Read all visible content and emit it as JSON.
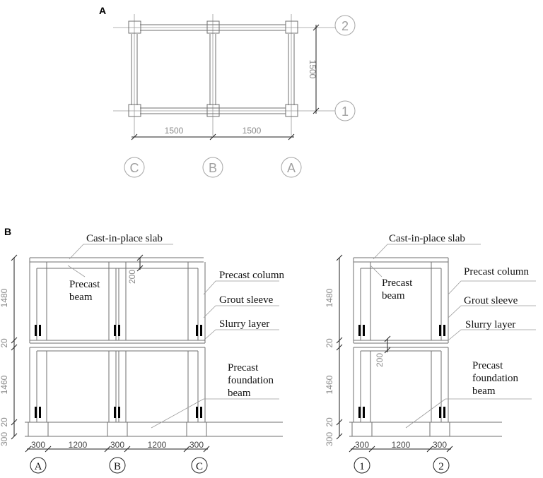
{
  "panels": {
    "a": "A",
    "b": "B"
  },
  "plan": {
    "grid_x": [
      "C",
      "B",
      "A"
    ],
    "grid_y": [
      "2",
      "1"
    ],
    "dim_x": [
      "1500",
      "1500"
    ],
    "dim_y": "1500"
  },
  "elev_left": {
    "labels": {
      "slab": "Cast-in-place slab",
      "beam1": "Precast",
      "beam2": "beam",
      "column": "Precast column",
      "sleeve": "Grout sleeve",
      "slurry": "Slurry layer",
      "found1": "Precast",
      "found2": "foundation",
      "found3": "beam"
    },
    "vdims": [
      "1480",
      "20",
      "1460",
      "20",
      "300"
    ],
    "beam_depth": "200",
    "bottom_dims": [
      "300",
      "1200",
      "300",
      "1200",
      "300"
    ],
    "axes": [
      "A",
      "B",
      "C"
    ]
  },
  "elev_right": {
    "labels": {
      "slab": "Cast-in-place slab",
      "beam1": "Precast",
      "beam2": "beam",
      "column": "Precast column",
      "sleeve": "Grout sleeve",
      "slurry": "Slurry layer",
      "found1": "Precast",
      "found2": "foundation",
      "found3": "beam"
    },
    "vdims": [
      "1480",
      "20",
      "1460",
      "20",
      "300"
    ],
    "beam_depth": "200",
    "bottom_dims": [
      "300",
      "1200",
      "300"
    ],
    "axes": [
      "1",
      "2"
    ]
  }
}
